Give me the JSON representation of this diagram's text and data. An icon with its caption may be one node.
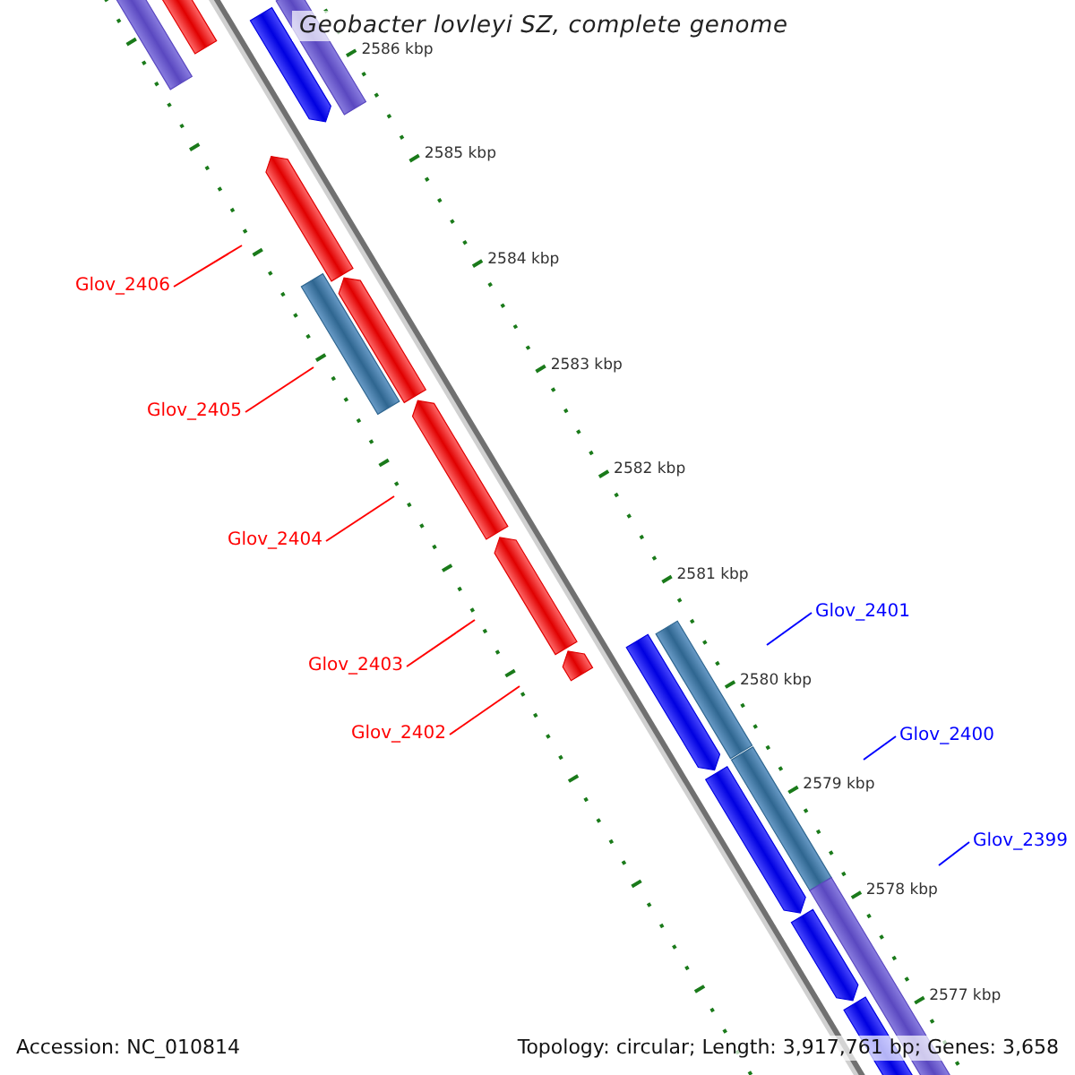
{
  "diagram": {
    "title": "Geobacter lovleyi SZ, complete genome",
    "nodes": [
      {
        "text": [
          "Glov_2406"
        ]
      },
      {
        "text": [
          "Glov_2405"
        ]
      },
      {
        "text": [
          "Glov_2404"
        ]
      },
      {
        "text": [
          "Glov_2403"
        ]
      },
      {
        "text": [
          "Glov_2402"
        ]
      },
      {
        "text": [
          "Glov_2401"
        ]
      },
      {
        "text": [
          "Glov_2400"
        ]
      },
      {
        "text": [
          "Glov_2399"
        ]
      }
    ],
    "edges": [
      {
        "from": 0,
        "to": null,
        "arrow": "none",
        "color": "#ff0000"
      },
      {
        "from": 1,
        "to": null,
        "arrow": "none",
        "color": "#ff0000"
      },
      {
        "from": 2,
        "to": null,
        "arrow": "none",
        "color": "#ff0000"
      },
      {
        "from": 3,
        "to": null,
        "arrow": "none",
        "color": "#ff0000"
      },
      {
        "from": 4,
        "to": null,
        "arrow": "none",
        "color": "#ff0000"
      },
      {
        "from": 5,
        "to": null,
        "arrow": "none",
        "color": "#0000ff"
      },
      {
        "from": 6,
        "to": null,
        "arrow": "none",
        "color": "#0000ff"
      },
      {
        "from": 7,
        "to": null,
        "arrow": "none",
        "color": "#0000ff"
      }
    ],
    "labels": [
      "2586 kbp",
      "2585 kbp",
      "2584 kbp",
      "2583 kbp",
      "2582 kbp",
      "2581 kbp",
      "2580 kbp",
      "2579 kbp",
      "2578 kbp",
      "2577 kbp",
      "Accession: NC_010814",
      "Topology: circular; Length: 3,917,761 bp; Genes: 3,658"
    ]
  }
}
